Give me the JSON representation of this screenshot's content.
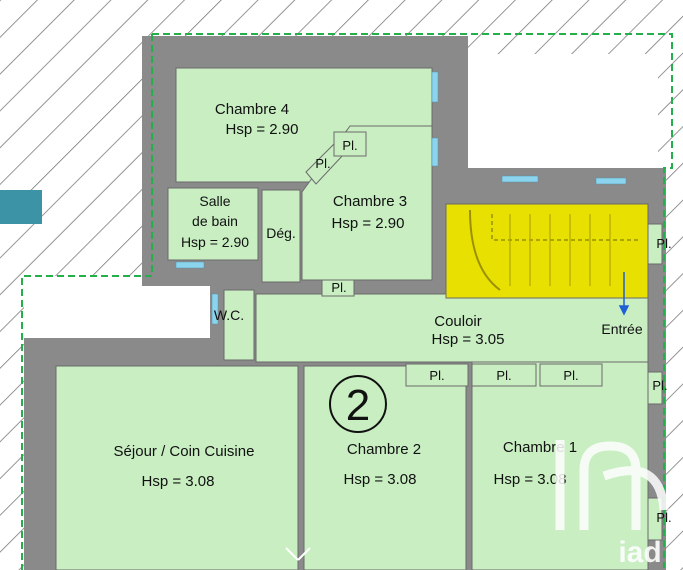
{
  "colors": {
    "room": "#c8eec2",
    "wall": "#8a8a8a",
    "stair": "#e8e000",
    "hatch": "#7a7a7a",
    "boundary": "#23b04a",
    "badge": "#3d93a6",
    "window": "#8ad4ee",
    "arrow": "#1e5fd6",
    "watermark": "#ffffff"
  },
  "floor_number": "2",
  "rooms": {
    "chambre4": {
      "name": "Chambre 4",
      "hsp": "Hsp = 2.90"
    },
    "chambre3": {
      "name": "Chambre 3",
      "hsp": "Hsp = 2.90"
    },
    "salle_de_bain": {
      "name_line1": "Salle",
      "name_line2": "de bain",
      "hsp": "Hsp = 2.90"
    },
    "deg": {
      "name": "Dég."
    },
    "wc": {
      "name": "W.C."
    },
    "couloir": {
      "name": "Couloir",
      "hsp": "Hsp = 3.05"
    },
    "sejour": {
      "name": "Séjour / Coin Cuisine",
      "hsp": "Hsp = 3.08"
    },
    "chambre2": {
      "name": "Chambre 2",
      "hsp": "Hsp = 3.08"
    },
    "chambre1": {
      "name": "Chambre 1",
      "hsp": "Hsp = 3.08"
    }
  },
  "closets": {
    "c4": "Pl.",
    "c3": "Pl.",
    "couloir_top": "Pl.",
    "stair_right": "Pl.",
    "right_mid": "Pl.",
    "ch2": "Pl.",
    "ch1_a": "Pl.",
    "ch1_b": "Pl.",
    "right_bottom": "Pl."
  },
  "entrance_label": "Entrée",
  "watermark_text": "iad"
}
